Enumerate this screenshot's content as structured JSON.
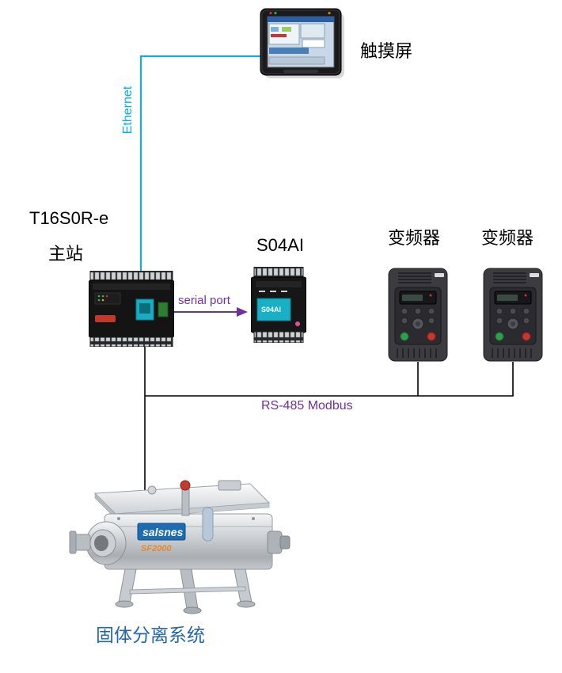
{
  "labels": {
    "touchscreen": "触摸屏",
    "plc_line1": "T16S0R-e",
    "plc_line2": "主站",
    "module": "S04AI",
    "vfd_left": "变频器",
    "vfd_right": "变频器",
    "machine": "固体分离系统"
  },
  "connections": {
    "ethernet": "Ethernet",
    "serial": "serial port",
    "rs485": "RS-485 Modbus"
  },
  "machine": {
    "brand": "salsnes",
    "model": "SF2000"
  },
  "colors": {
    "ethernet_cyan": "#00b0f0",
    "serial_purple": "#7030a0",
    "rs485_label_purple": "#7030a0",
    "machine_label_blue": "#2366ac",
    "wire_black": "#000000",
    "machine_logo_blue": "#1c6cb2",
    "machine_model_orange": "#e8872c"
  }
}
